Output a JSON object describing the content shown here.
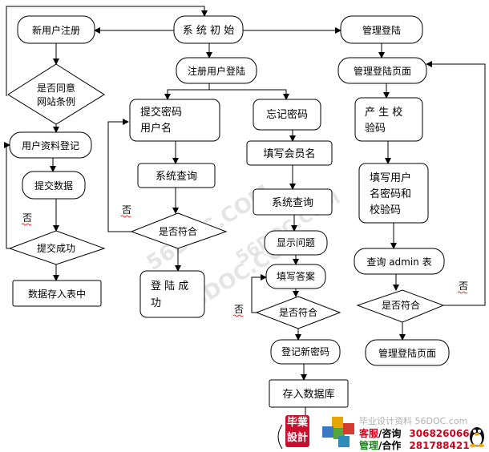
{
  "nodes": {
    "sys_init": "系 统 初 始",
    "new_user_reg": "新用户注册",
    "admin_login": "管理登陆",
    "agree_terms": [
      "是否同意",
      "网站条例"
    ],
    "reg_user_login": "注册用户登陆",
    "admin_login_page": "管理登陆页面",
    "user_info_reg": "用户资料登记",
    "submit_pwd_user": [
      "提交密码",
      "用户名"
    ],
    "forgot_pwd": "忘记密码",
    "gen_code": [
      "产 生 校",
      "验码"
    ],
    "submit_data": "提交数据",
    "fill_member": "填写会员名",
    "sys_query_1": "系统查询",
    "sys_query_2": "系统查询",
    "fill_user_pwd_code": [
      "填写用户",
      "名密码和",
      "校验码"
    ],
    "submit_success": "提交成功",
    "match_1": "是否符合",
    "show_question": "显示问题",
    "query_admin": "查询 admin 表",
    "store_table": "数据存入表中",
    "login_success": [
      "登 陆 成",
      "功"
    ],
    "fill_answer": "填写答案",
    "match_2": "是否符合",
    "match_3": "是否符合",
    "admin_login_page_2": "管理登陆页面",
    "register_new_pwd": "登记新密码",
    "store_db": "存入数据库"
  },
  "labels": {
    "no_1": "否",
    "no_2": "否",
    "no_3": "否",
    "no_4": "否"
  },
  "watermarks": [
    "56DOC.COM",
    "56DOC.COM",
    "56DOC.COM"
  ],
  "footer": {
    "logo_top": "毕業",
    "logo_bottom": "設計",
    "site": "毕业设计资料 56DOC.com",
    "service_label": "客服",
    "service_sep": "/咨询",
    "service_num": "306826066",
    "admin_label": "管理",
    "admin_sep": "/合作",
    "admin_num": "281788421"
  }
}
